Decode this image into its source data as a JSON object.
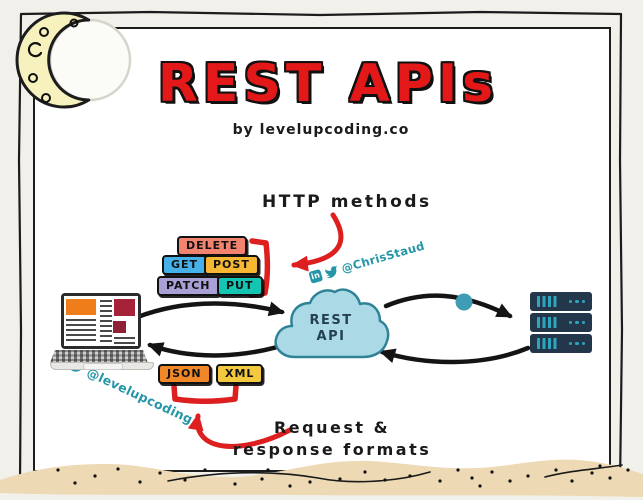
{
  "page": {
    "title": "REST APIs",
    "subtitle": "by levelupcoding.co"
  },
  "annotations": {
    "http_methods_label": "HTTP methods",
    "formats_label_line1": "Request &",
    "formats_label_line2": "response formats"
  },
  "http_method_badges": [
    {
      "label": "DELETE",
      "color": "#f2836f"
    },
    {
      "label": "GET",
      "color": "#45b1e8"
    },
    {
      "label": "POST",
      "color": "#f7b733"
    },
    {
      "label": "PATCH",
      "color": "#a9a1d6"
    },
    {
      "label": "PUT",
      "color": "#14c5b4"
    }
  ],
  "format_badges": [
    {
      "label": "JSON",
      "color": "#f08728"
    },
    {
      "label": "XML",
      "color": "#f3c93f"
    }
  ],
  "cloud": {
    "line1": "REST",
    "line2": "API"
  },
  "watermarks": {
    "cloud_handle": "@ChrisStaud",
    "laptop_handle": "@levelupcoding"
  },
  "icons": {
    "linkedin_glyph": "in"
  },
  "colors": {
    "title_red": "#e31818",
    "accent_red": "#dd1f1f",
    "arrow_black": "#141414",
    "cloud_fill": "#abdae6",
    "cloud_stroke": "#2f8297",
    "server_body": "#24374a",
    "server_accent": "#2ba6bd",
    "sand": "#edd9b3",
    "moon_yellow": "#f7f2bd",
    "watermark_teal": "#2596a8",
    "background": "#f2f0ea"
  }
}
